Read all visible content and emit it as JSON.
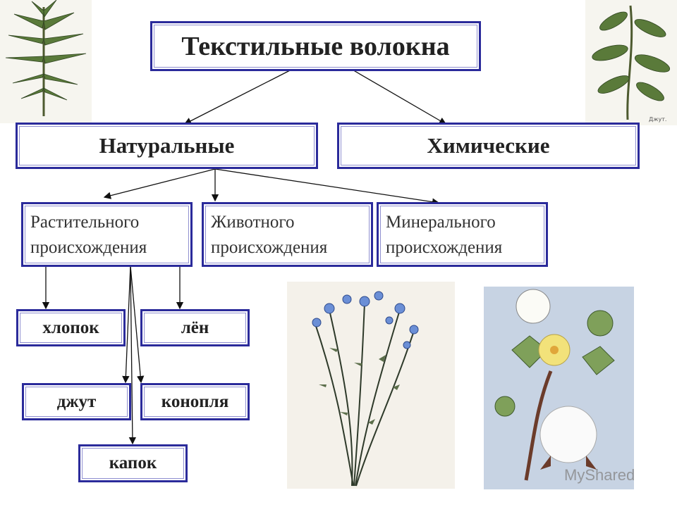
{
  "title": "Текстильные волокна",
  "categories": {
    "natural": "Натуральные",
    "chemical": "Химические"
  },
  "origins": {
    "plant": "Растительного\nпроисхождения",
    "animal": "Животного\nпроисхождения",
    "mineral": "Минерального\nпроисхождения"
  },
  "plant_fibers": {
    "cotton": "хлопок",
    "flax": "лён",
    "jute": "джут",
    "hemp": "конопля",
    "kapok": "капок"
  },
  "images": {
    "top_left": "hemp-plant-illustration",
    "top_right": "jute-plant-illustration",
    "top_right_caption": "Джут.",
    "flax": "flax-plant-illustration",
    "cotton": "cotton-plant-illustration"
  },
  "watermark": "MyShared",
  "colors": {
    "border": "#2b2b9b",
    "leaf_green": "#4a6b3a",
    "flax_blue": "#6b8fd6",
    "cotton_bg": "#c7d3e3",
    "cotton_flower": "#f2e27a"
  }
}
